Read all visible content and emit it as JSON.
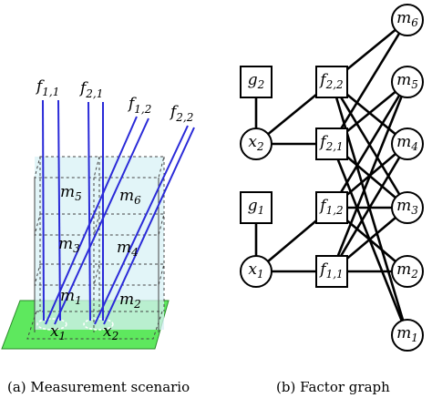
{
  "caption_a": "(a) Measurement scenario",
  "caption_b": "(b) Factor graph",
  "scenario": {
    "feature_labels": [
      {
        "base": "f",
        "sub": "1,1"
      },
      {
        "base": "f",
        "sub": "2,1"
      },
      {
        "base": "f",
        "sub": "1,2"
      },
      {
        "base": "f",
        "sub": "2,2"
      }
    ],
    "cell_labels": [
      {
        "base": "m",
        "sub": "5"
      },
      {
        "base": "m",
        "sub": "6"
      },
      {
        "base": "m",
        "sub": "3"
      },
      {
        "base": "m",
        "sub": "4"
      },
      {
        "base": "m",
        "sub": "1"
      },
      {
        "base": "m",
        "sub": "2"
      }
    ],
    "pose_labels": [
      {
        "base": "x",
        "sub": "1"
      },
      {
        "base": "x",
        "sub": "2"
      }
    ],
    "colors": {
      "ground": "#5ee85e",
      "volume": "#d8f2f6",
      "rays": "#2a2ad8"
    }
  },
  "factor_graph": {
    "prior_factors": [
      {
        "id": "g2",
        "base": "g",
        "sub": "2"
      },
      {
        "id": "g1",
        "base": "g",
        "sub": "1"
      }
    ],
    "pose_vars": [
      {
        "id": "x2",
        "base": "x",
        "sub": "2"
      },
      {
        "id": "x1",
        "base": "x",
        "sub": "1"
      }
    ],
    "meas_factors": [
      {
        "id": "f22",
        "base": "f",
        "sub": "2,2"
      },
      {
        "id": "f21",
        "base": "f",
        "sub": "2,1"
      },
      {
        "id": "f12",
        "base": "f",
        "sub": "1,2"
      },
      {
        "id": "f11",
        "base": "f",
        "sub": "1,1"
      }
    ],
    "map_vars": [
      {
        "id": "m6",
        "base": "m",
        "sub": "6"
      },
      {
        "id": "m5",
        "base": "m",
        "sub": "5"
      },
      {
        "id": "m4",
        "base": "m",
        "sub": "4"
      },
      {
        "id": "m3",
        "base": "m",
        "sub": "3"
      },
      {
        "id": "m2",
        "base": "m",
        "sub": "2"
      },
      {
        "id": "m1",
        "base": "m",
        "sub": "1"
      }
    ],
    "edges": [
      [
        "g2",
        "x2"
      ],
      [
        "g1",
        "x1"
      ],
      [
        "x2",
        "f22"
      ],
      [
        "x2",
        "f21"
      ],
      [
        "x1",
        "f12"
      ],
      [
        "x1",
        "f11"
      ],
      [
        "f22",
        "m6"
      ],
      [
        "f22",
        "m4"
      ],
      [
        "f22",
        "m3"
      ],
      [
        "f22",
        "m1"
      ],
      [
        "f21",
        "m6"
      ],
      [
        "f21",
        "m5"
      ],
      [
        "f21",
        "m3"
      ],
      [
        "f21",
        "m1"
      ],
      [
        "f12",
        "m5"
      ],
      [
        "f12",
        "m4"
      ],
      [
        "f12",
        "m3"
      ],
      [
        "f12",
        "m2"
      ],
      [
        "f11",
        "m5"
      ],
      [
        "f11",
        "m4"
      ],
      [
        "f11",
        "m3"
      ],
      [
        "f11",
        "m2"
      ]
    ]
  }
}
